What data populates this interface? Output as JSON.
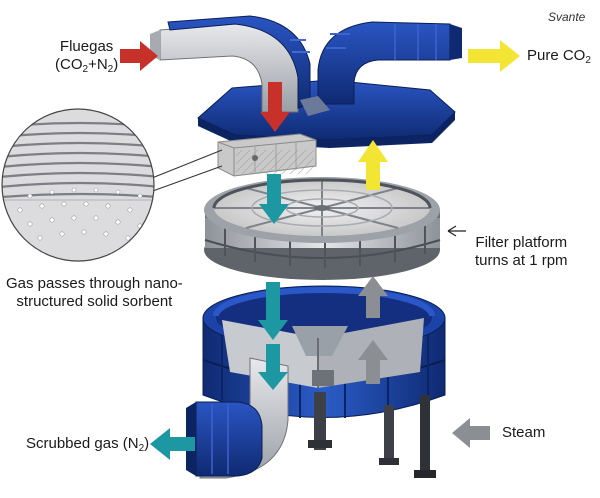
{
  "credit": "Svante",
  "labels": {
    "fluegas_line1": "Fluegas",
    "fluegas_line2": {
      "open": "(CO",
      "sub1": "2",
      "mid": "+N",
      "sub2": "2",
      "close": ")"
    },
    "pure_co2": {
      "text": "Pure CO",
      "sub": "2"
    },
    "filter_platform_line1": "Filter platform",
    "filter_platform_line2": "turns at 1 rpm",
    "gas_passes_line1": "Gas passes through nano-",
    "gas_passes_line2": "structured solid sorbent",
    "scrubbed_gas": {
      "text": "Scrubbed gas (N",
      "sub": "2",
      "close": ")"
    },
    "steam": "Steam"
  },
  "colors": {
    "housing_blue": "#1a3fa0",
    "housing_dark": "#0f2a72",
    "metal_gray": "#b9bcc2",
    "metal_dark": "#7c8088",
    "arrow_fluegas": "#c8312a",
    "arrow_co2": "#f3e534",
    "arrow_gas": "#1d97a2",
    "arrow_steam": "#8b8e93"
  }
}
